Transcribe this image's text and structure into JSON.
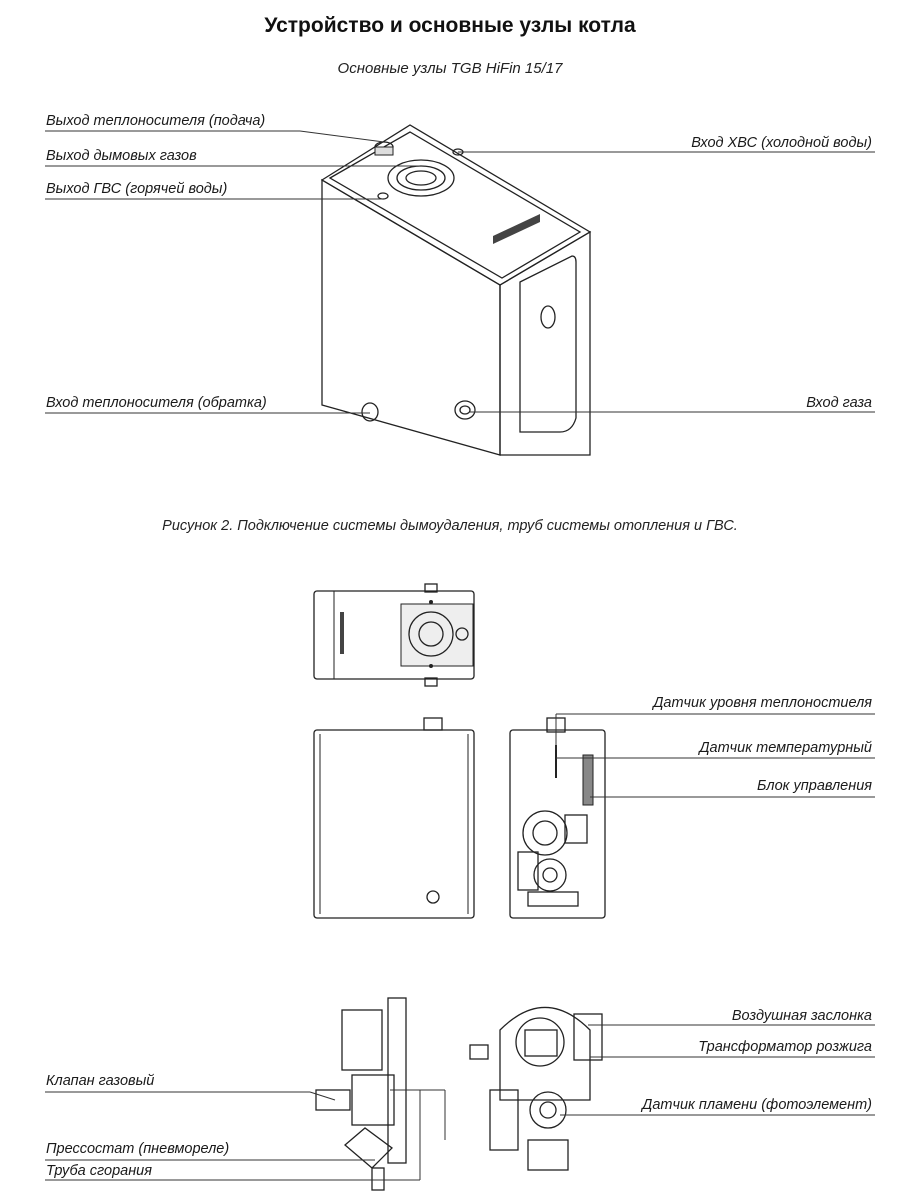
{
  "header": {
    "title": "Устройство и основные узлы котла",
    "subtitle": "Основные узлы TGB HiFin 15/17"
  },
  "figure2": {
    "labels_left": [
      "Выход теплоносителя (подача)",
      "Выход дымовых газов",
      "Выход ГВС (горячей воды)",
      "Вход теплоносителя (обратка)"
    ],
    "labels_right": [
      "Вход ХВС (холодной воды)",
      "Вход газа"
    ],
    "caption": "Рисунок 2.  Подключение системы дымоудаления, труб системы отопления и ГВС."
  },
  "figure3": {
    "labels_right": [
      "Датчик уровня теплоностиеля",
      "Датчик температурный",
      "Блок управления"
    ]
  },
  "figure4": {
    "labels_left": [
      "Клапан газовый",
      "Прессостат (пневмореле)",
      "Труба сгорания"
    ],
    "labels_right": [
      "Воздушная заслонка",
      "Трансформатор розжига",
      "Датчик пламени (фотоэлемент)"
    ]
  }
}
